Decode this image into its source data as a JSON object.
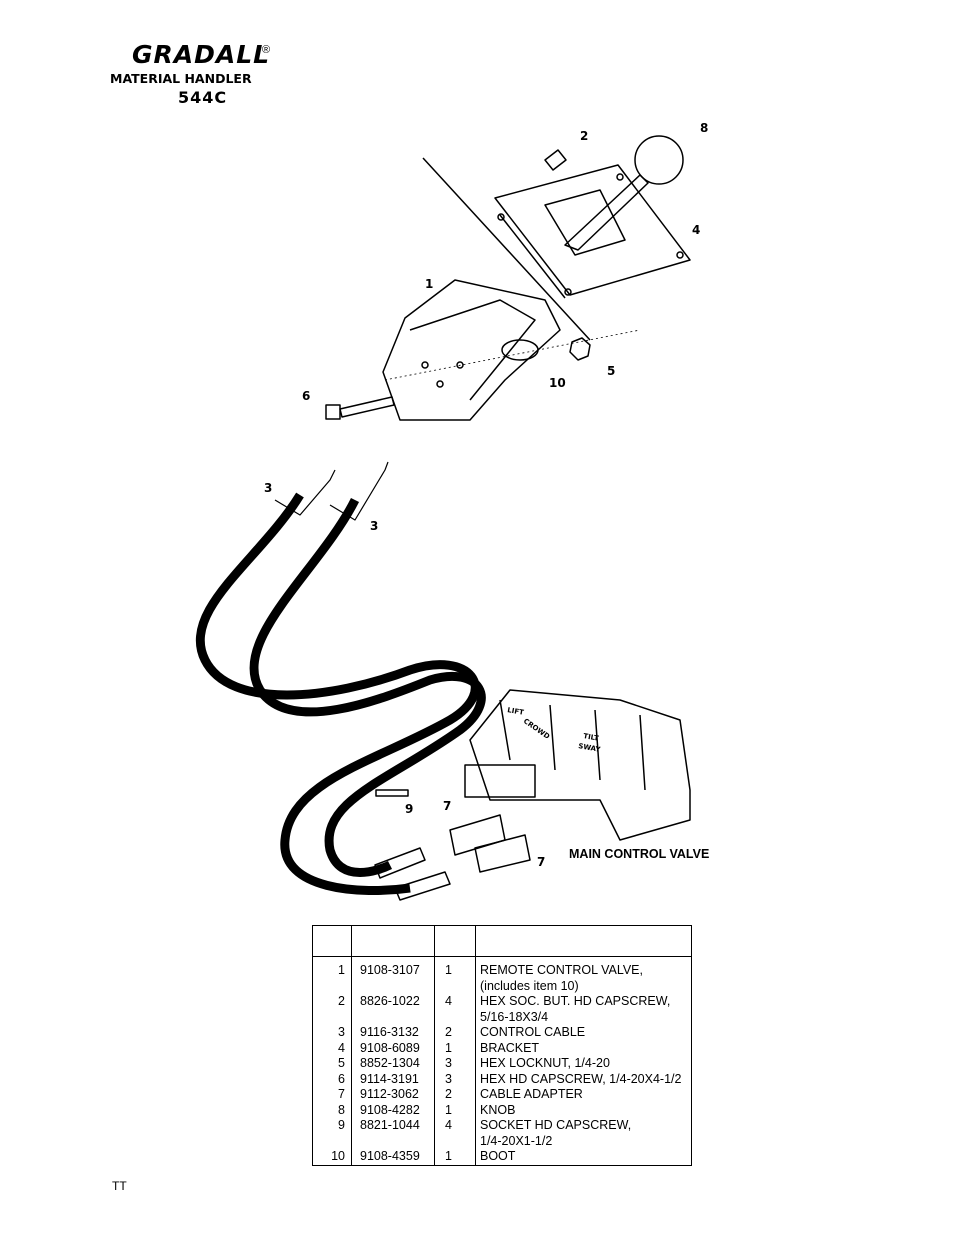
{
  "header": {
    "brand": "GRADALL",
    "registered_mark": "®",
    "subtitle": "MATERIAL HANDLER",
    "model": "544C"
  },
  "figure": {
    "callouts": [
      "1",
      "2",
      "3",
      "3",
      "4",
      "5",
      "6",
      "7",
      "7",
      "8",
      "9",
      "10"
    ],
    "main_valve_caption": "MAIN CONTROL VALVE",
    "valve_section_labels": [
      "LIFT",
      "CROWD",
      "TILT",
      "SWAY"
    ]
  },
  "parts_table": {
    "headers": [
      "",
      "",
      "",
      ""
    ],
    "rows": [
      {
        "item": "1",
        "part": "9108-3107",
        "qty": "1",
        "desc": "REMOTE CONTROL VALVE,",
        "desc2": "(includes item 10)"
      },
      {
        "item": "2",
        "part": "8826-1022",
        "qty": "4",
        "desc": "HEX SOC. BUT. HD CAPSCREW,",
        "desc2": "5/16-18X3/4"
      },
      {
        "item": "3",
        "part": "9116-3132",
        "qty": "2",
        "desc": "CONTROL CABLE",
        "desc2": ""
      },
      {
        "item": "4",
        "part": "9108-6089",
        "qty": "1",
        "desc": "BRACKET",
        "desc2": ""
      },
      {
        "item": "5",
        "part": "8852-1304",
        "qty": "3",
        "desc": "HEX LOCKNUT, 1/4-20",
        "desc2": ""
      },
      {
        "item": "6",
        "part": "9114-3191",
        "qty": "3",
        "desc": "HEX HD CAPSCREW, 1/4-20X4-1/2",
        "desc2": ""
      },
      {
        "item": "7",
        "part": "9112-3062",
        "qty": "2",
        "desc": "CABLE ADAPTER",
        "desc2": ""
      },
      {
        "item": "8",
        "part": "9108-4282",
        "qty": "1",
        "desc": "KNOB",
        "desc2": ""
      },
      {
        "item": "9",
        "part": "8821-1044",
        "qty": "4",
        "desc": "SOCKET HD CAPSCREW,",
        "desc2": "1/4-20X1-1/2"
      },
      {
        "item": "10",
        "part": "9108-4359",
        "qty": "1",
        "desc": "BOOT",
        "desc2": ""
      }
    ]
  },
  "footer": {
    "code": "TT"
  }
}
